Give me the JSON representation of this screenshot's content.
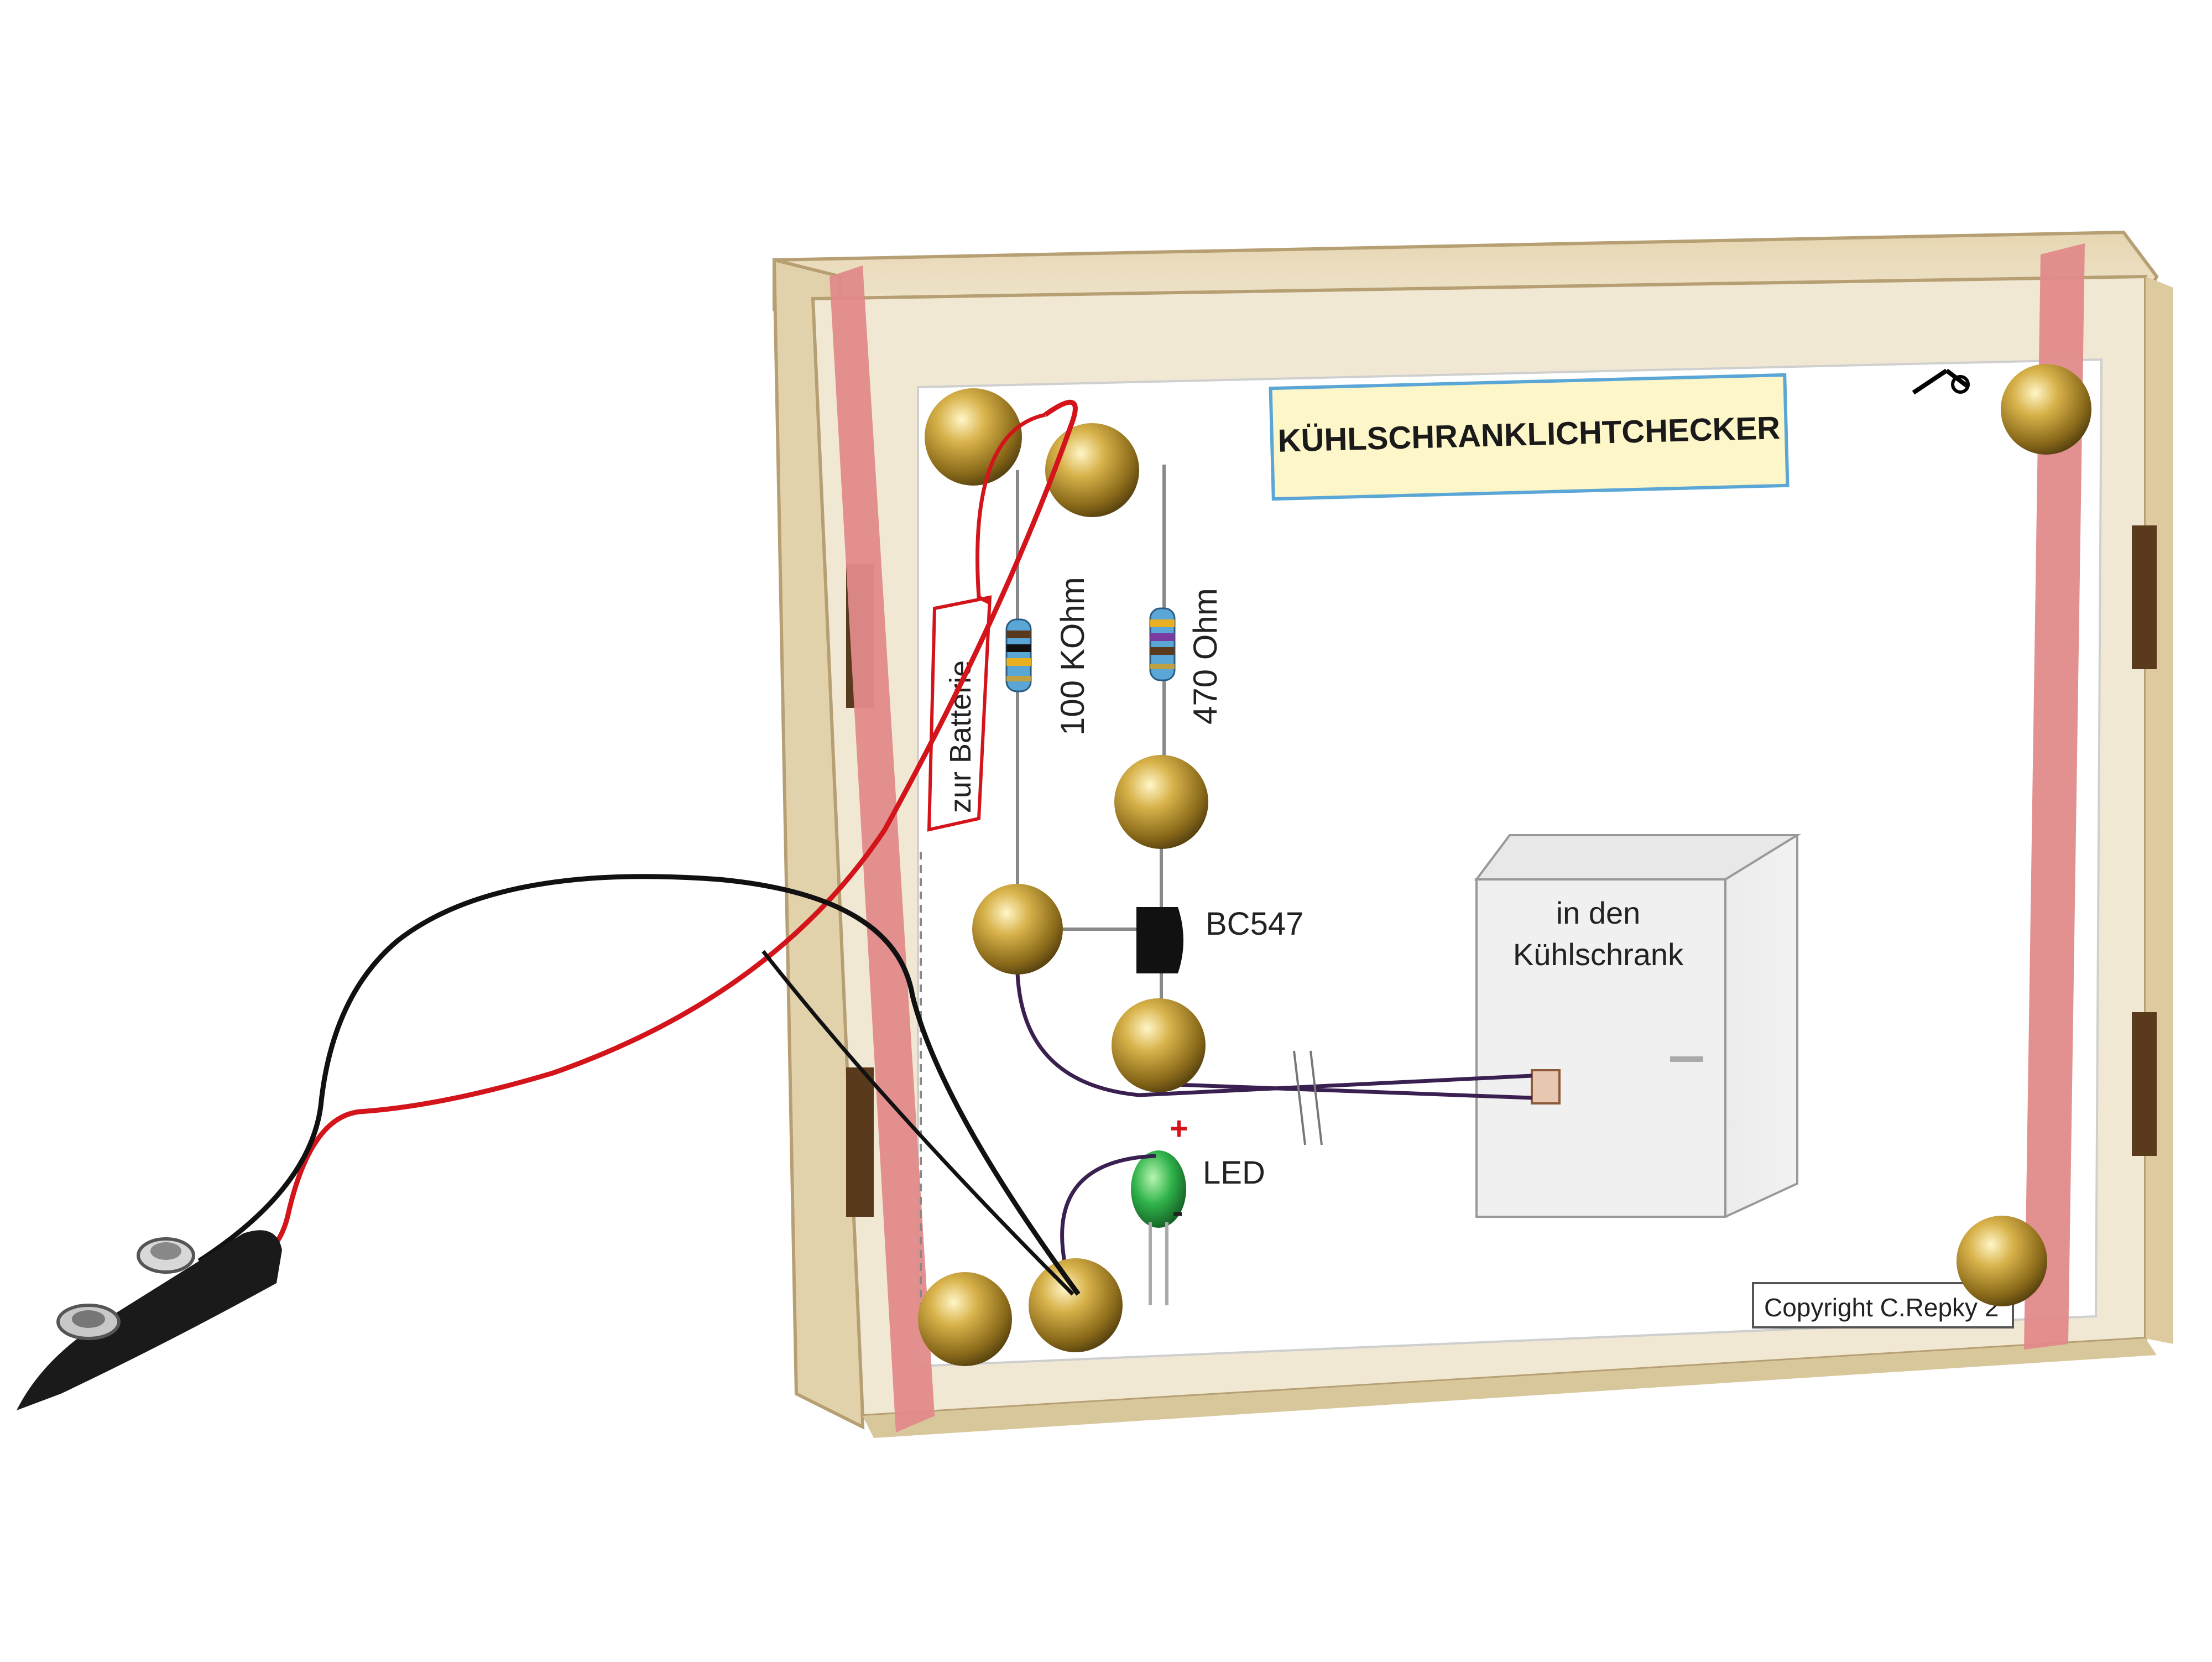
{
  "board": {
    "title": "KÜHLSCHRANKLICHTCHECKER",
    "battery_label": "zur Batterie",
    "resistor1_label": "100 KOhm",
    "resistor2_label": "470 Ohm",
    "transistor_label": "BC547",
    "led_label": "LED",
    "plus_sign": "+",
    "minus_sign": "-",
    "fridge_label_line1": "in den",
    "fridge_label_line2": "Kühlschrank",
    "copyright": "Copyright C.Repky 2"
  },
  "colors": {
    "wood": "#ece1c8",
    "wood_edge": "#c9b48c",
    "rubber_band": "#e08a8a",
    "brass": "#c9a23c",
    "wire_red": "#d4141b",
    "wire_black": "#111111",
    "led_green": "#2fb24a",
    "title_bg": "#fdf6c9",
    "title_border": "#5aa6d6"
  }
}
